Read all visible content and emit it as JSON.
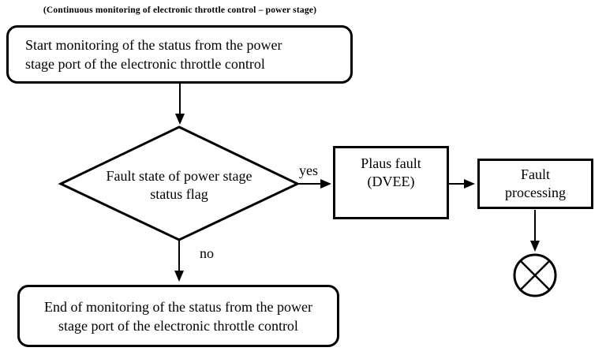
{
  "title": "(Continuous monitoring of electronic throttle control – power stage)",
  "nodes": {
    "start": {
      "lines": [
        "Start monitoring of the status from the power",
        "stage port of the electronic throttle control"
      ]
    },
    "decision": {
      "lines": [
        "Fault state of power stage",
        "status flag"
      ]
    },
    "plaus_fault": {
      "lines": [
        "Plaus fault",
        "(DVEE)"
      ]
    },
    "fault_processing": {
      "lines": [
        "Fault",
        "processing"
      ]
    },
    "end": {
      "lines": [
        "End of monitoring of the status from the power",
        "stage port of the electronic throttle control"
      ]
    }
  },
  "edges": {
    "yes_label": "yes",
    "no_label": "no"
  },
  "colors": {
    "stroke": "#000000",
    "background": "#ffffff"
  }
}
